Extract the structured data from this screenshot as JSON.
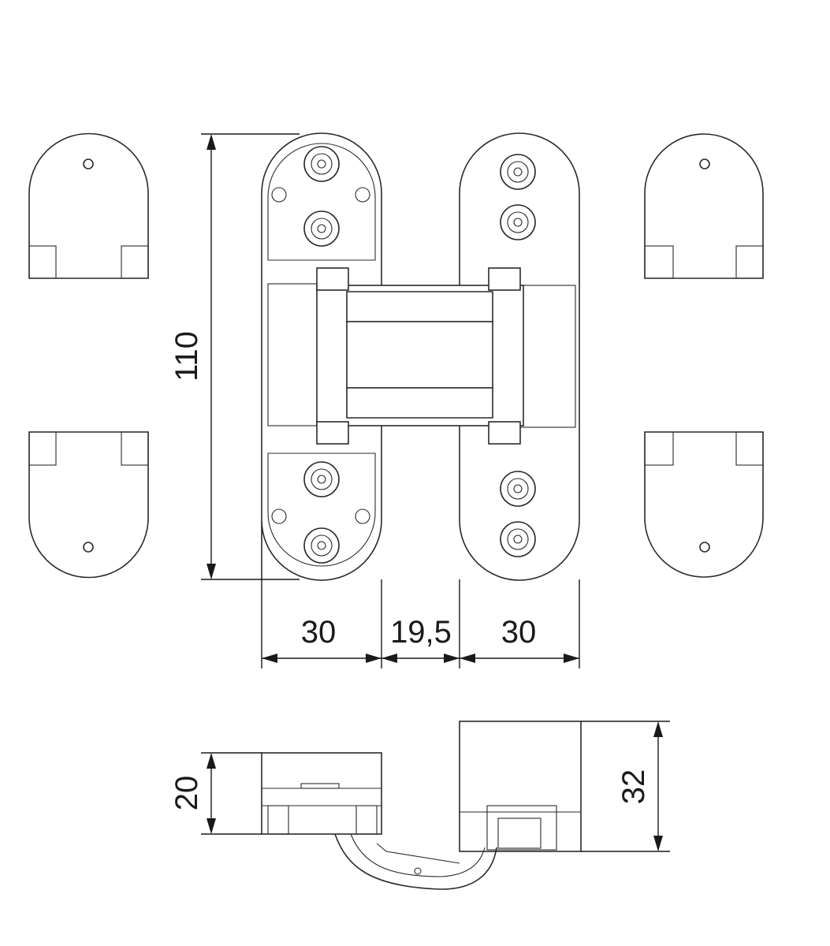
{
  "drawing": {
    "dimensions": {
      "height_total": "110",
      "width_left": "30",
      "gap": "19,5",
      "width_right": "30",
      "side_left_depth": "20",
      "side_right_depth": "32"
    },
    "line_color": "#2a2a2a"
  }
}
